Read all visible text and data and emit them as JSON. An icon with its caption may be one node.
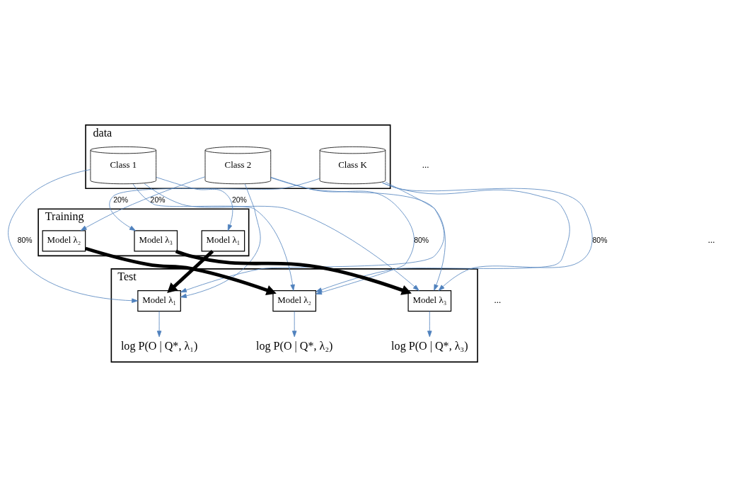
{
  "diagram": {
    "nodes": [
      {
        "text": [
          "data"
        ]
      },
      {
        "text": [
          "Class 1"
        ],
        "in": 0
      },
      {
        "text": [
          "Class 2"
        ],
        "in": 0
      },
      {
        "text": [
          "Class K"
        ],
        "in": 0
      },
      {
        "text": [
          "Training"
        ]
      },
      {
        "text": [
          "Model λ₁"
        ],
        "in": 4
      },
      {
        "text": [
          "Model λ₂"
        ],
        "in": 4
      },
      {
        "text": [
          "Model λ₃"
        ],
        "in": 4
      },
      {
        "text": [
          "Test"
        ]
      },
      {
        "text": [
          "Model λ₁"
        ],
        "in": 8
      },
      {
        "text": [
          "Model λ₂"
        ],
        "in": 8
      },
      {
        "text": [
          "Model λ₃"
        ],
        "in": 8
      },
      {
        "text": [
          "log P(O | Q*, λ₁)"
        ],
        "in": 8
      },
      {
        "text": [
          "log P(O | Q*, λ₂)"
        ],
        "in": 8
      },
      {
        "text": [
          "log P(O | Q*, λ₃)"
        ],
        "in": 8
      }
    ],
    "edges": [
      {
        "from": 1,
        "to": 5,
        "arrow": "to",
        "label": "20%"
      },
      {
        "from": 2,
        "to": 6,
        "arrow": "to",
        "label": "20%"
      },
      {
        "from": 3,
        "to": 7,
        "arrow": "to",
        "label": "20%"
      },
      {
        "from": 5,
        "to": 9,
        "arrow": "to",
        "style": "thick",
        "color": "#000000"
      },
      {
        "from": 6,
        "to": 10,
        "arrow": "to",
        "style": "thick",
        "color": "#000000"
      },
      {
        "from": 7,
        "to": 11,
        "arrow": "to",
        "style": "thick",
        "color": "#000000"
      },
      {
        "from": 1,
        "to": 9,
        "arrow": "to",
        "label": "80%"
      },
      {
        "from": 1,
        "to": 10,
        "arrow": "to"
      },
      {
        "from": 1,
        "to": 11,
        "arrow": "to"
      },
      {
        "from": 2,
        "to": 9,
        "arrow": "to"
      },
      {
        "from": 2,
        "to": 10,
        "arrow": "to",
        "label": "80%"
      },
      {
        "from": 2,
        "to": 11,
        "arrow": "to"
      },
      {
        "from": 3,
        "to": 9,
        "arrow": "to"
      },
      {
        "from": 3,
        "to": 10,
        "arrow": "to"
      },
      {
        "from": 3,
        "to": 11,
        "arrow": "to",
        "label": "80%"
      },
      {
        "from": 9,
        "to": 12,
        "arrow": "to"
      },
      {
        "from": 10,
        "to": 13,
        "arrow": "to"
      },
      {
        "from": 11,
        "to": 14,
        "arrow": "to"
      }
    ],
    "labels": [
      "...",
      "...",
      "..."
    ]
  }
}
